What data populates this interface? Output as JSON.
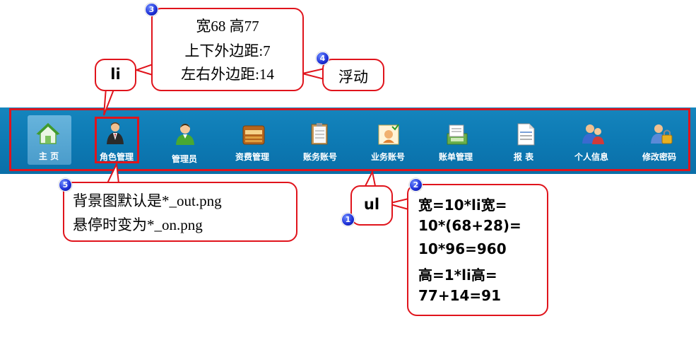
{
  "nav": {
    "items": [
      {
        "label": "主  页",
        "icon": "home-icon",
        "active": true
      },
      {
        "label": "角色管理",
        "icon": "role-icon"
      },
      {
        "label": "管理员",
        "icon": "admin-icon"
      },
      {
        "label": "资费管理",
        "icon": "fee-icon"
      },
      {
        "label": "账务账号",
        "icon": "account-icon"
      },
      {
        "label": "业务账号",
        "icon": "service-account-icon"
      },
      {
        "label": "账单管理",
        "icon": "bill-icon"
      },
      {
        "label": "报  表",
        "icon": "report-icon"
      },
      {
        "label": "个人信息",
        "icon": "profile-icon"
      },
      {
        "label": "修改密码",
        "icon": "password-icon"
      }
    ]
  },
  "callouts": {
    "li": {
      "label": "li"
    },
    "size": {
      "line1": "宽68  高77",
      "line2": "上下外边距:7",
      "line3": "左右外边距:14",
      "badge": "3"
    },
    "float": {
      "label": "浮动",
      "badge": "4"
    },
    "ul": {
      "label": "ul",
      "badge": "1"
    },
    "calc": {
      "badge": "2",
      "line1": "宽=10*li宽=",
      "line2": "10*(68+28)=",
      "line3": "10*96=960",
      "line4": "高=1*li高=",
      "line5": "77+14=91"
    },
    "bg": {
      "badge": "5",
      "line1": "背景图默认是*_out.png",
      "line2": "悬停时变为*_on.png"
    }
  },
  "colors": {
    "bar": "#0d7ab4",
    "highlight": "#e0141c",
    "badge": "#1d2fd6"
  }
}
